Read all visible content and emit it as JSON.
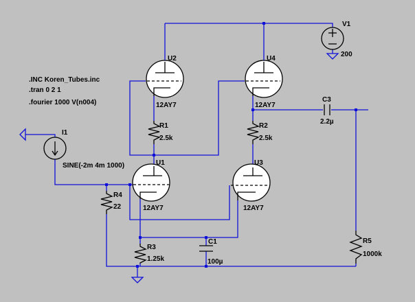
{
  "directives": [
    ".INC Koren_Tubes.inc",
    ".tran 0 2 1",
    ".fourier 1000 V(n004)"
  ],
  "components": {
    "U1": {
      "ref": "U1",
      "model": "12AY7"
    },
    "U2": {
      "ref": "U2",
      "model": "12AY7"
    },
    "U3": {
      "ref": "U3",
      "model": "12AY7"
    },
    "U4": {
      "ref": "U4",
      "model": "12AY7"
    },
    "R1": {
      "ref": "R1",
      "value": "2.5k"
    },
    "R2": {
      "ref": "R2",
      "value": "2.5k"
    },
    "R3": {
      "ref": "R3",
      "value": "1.25k"
    },
    "R4": {
      "ref": "R4",
      "value": "22"
    },
    "R5": {
      "ref": "R5",
      "value": "1000k"
    },
    "C1": {
      "ref": "C1",
      "value": "100µ"
    },
    "C3": {
      "ref": "C3",
      "value": "2.2µ"
    },
    "V1": {
      "ref": "V1",
      "value": "200"
    },
    "I1": {
      "ref": "I1",
      "value": "SINE(-2m 4m 1000)"
    }
  }
}
